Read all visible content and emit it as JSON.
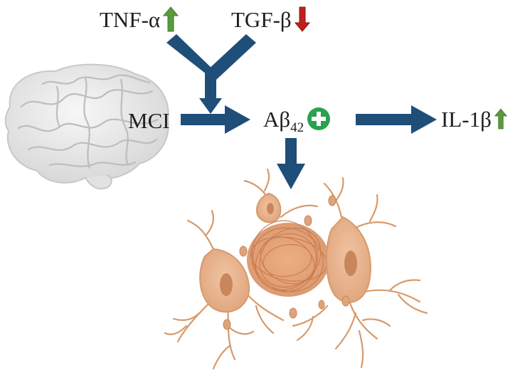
{
  "labels": {
    "tnf": "TNF-α",
    "tgf": "TGF-β",
    "mci": "MCI",
    "abeta_main": "Aβ",
    "abeta_sub": "42",
    "il": "IL-1β"
  },
  "indicators": {
    "tnf": "up-arrow-icon",
    "tgf": "down-arrow-icon",
    "abeta": "plus-circle-icon",
    "il": "up-arrow-icon"
  },
  "colors": {
    "arrow": "#1f4e79",
    "up": "#5a9a3c",
    "down": "#c0201c",
    "plus": "#2aa150",
    "neuron": "#e6b08a",
    "neuron_dark": "#c9865a",
    "plaque": "#d98e5c",
    "brain": "#e8e8e8"
  }
}
